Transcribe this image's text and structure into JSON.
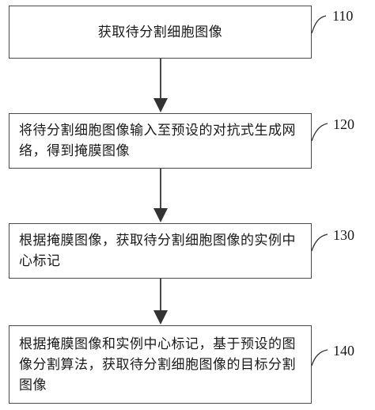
{
  "steps": [
    {
      "number": "110",
      "text": "获取待分割细胞图像"
    },
    {
      "number": "120",
      "text": "将待分割细胞图像输入至预设的对抗式生成网络，得到掩膜图像"
    },
    {
      "number": "130",
      "text": "根据掩膜图像，获取待分割细胞图像的实例中心标记"
    },
    {
      "number": "140",
      "text": "根据掩膜图像和实例中心标记，基于预设的图像分割算法，获取待分割细胞图像的目标分割图像"
    }
  ]
}
